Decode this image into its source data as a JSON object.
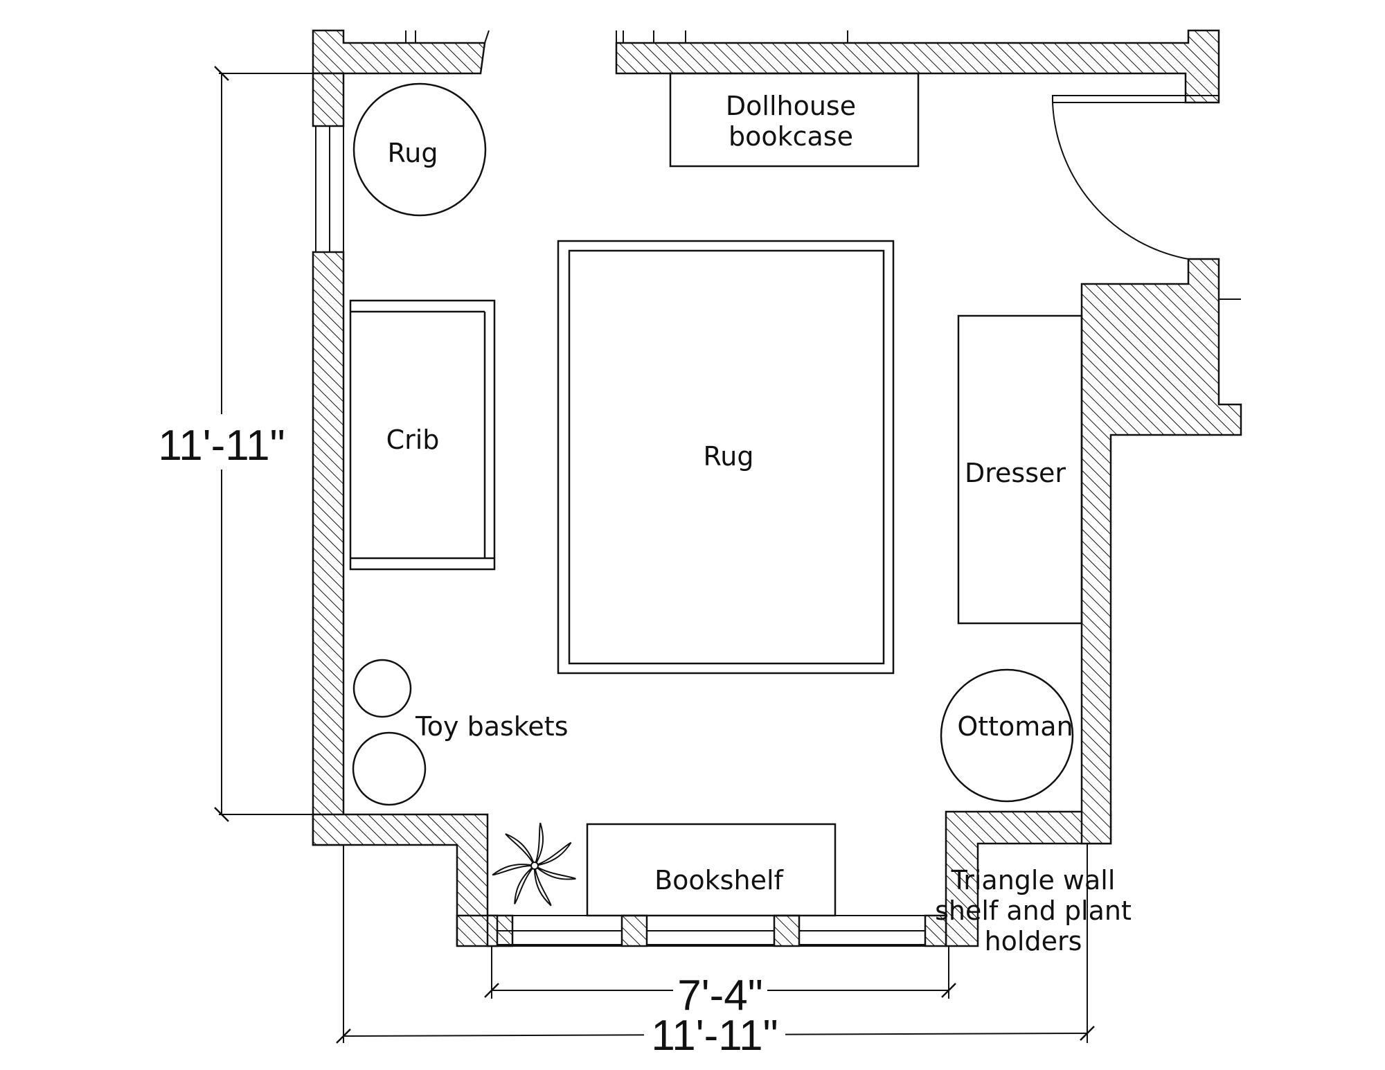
{
  "labels": {
    "rug_round": "Rug",
    "dollhouse_line1": "Dollhouse",
    "dollhouse_line2": "bookcase",
    "crib": "Crib",
    "rug_main": "Rug",
    "dresser": "Dresser",
    "toy_baskets": "Toy baskets",
    "ottoman": "Ottoman",
    "bookshelf": "Bookshelf",
    "triangle_line1": "Triangle wall",
    "triangle_line2": "shelf and plant",
    "triangle_line3": "holders"
  },
  "dimensions": {
    "left_height": "11'-11\"",
    "window_width": "7'-4\"",
    "bottom_width": "11'-11\""
  },
  "colors": {
    "line": "#111111",
    "background": "#ffffff"
  }
}
